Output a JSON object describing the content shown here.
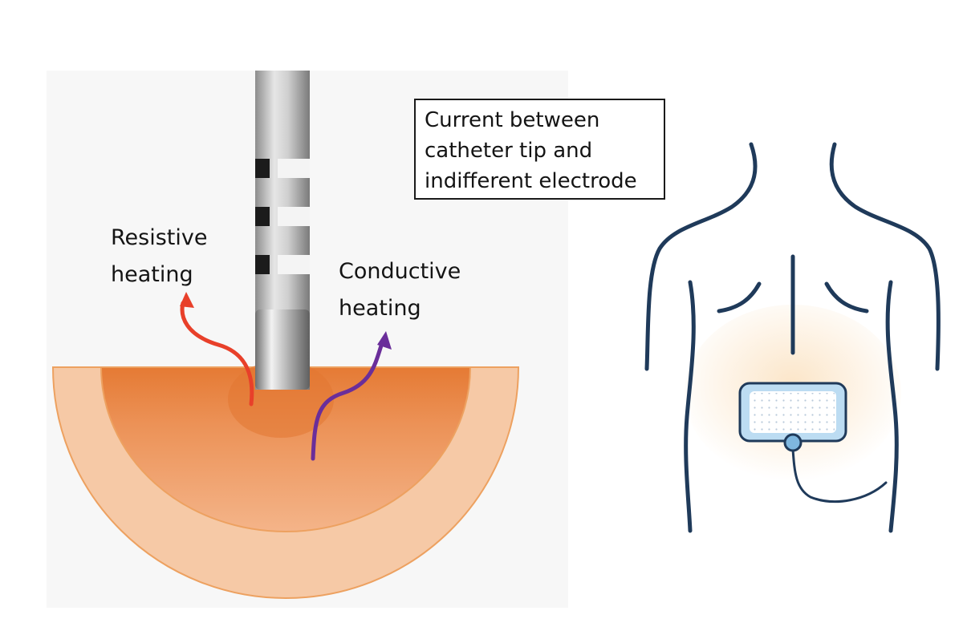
{
  "labels": {
    "resistive": [
      "Resistive",
      "heating"
    ],
    "conductive": [
      "Conductive",
      "heating"
    ],
    "callout": [
      "Current between",
      "catheter tip and",
      "indifferent electrode"
    ]
  },
  "colors": {
    "tissue_outer": "#f6c9a6",
    "tissue_inner": "#e9833e",
    "tissue_edge": "#eda160",
    "catheter_metal": "#b8b8b8",
    "resistive_arrow": "#e8402a",
    "conductive_arrow": "#6a2e9a",
    "body_outline": "#1f3a5a",
    "electrode_pad": "#7fb7df",
    "background_panel": "#f7f7f7"
  },
  "icons": [
    "catheter-electrode",
    "tissue-heating-zones",
    "torso-outline",
    "dispersive-electrode-pad"
  ]
}
